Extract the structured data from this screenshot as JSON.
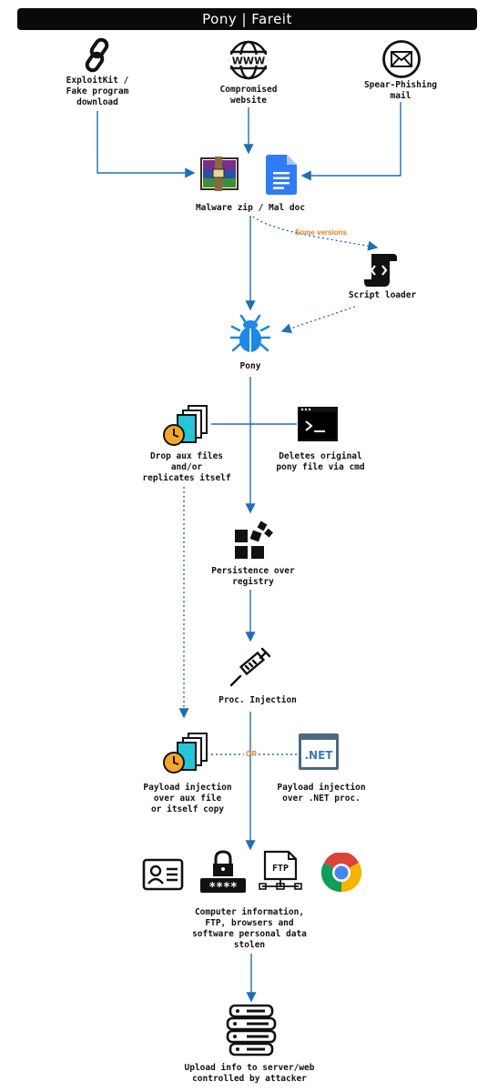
{
  "title": "Pony | Fareit",
  "nodes": {
    "exploitkit": "ExploitKit /\nFake program\ndownload",
    "compromised": "Compromised\nwebsite",
    "spearphishing": "Spear-Phishing\nmail",
    "malware": "Malware zip / Mal doc",
    "script_loader": "Script loader",
    "pony": "Pony",
    "drop_aux": "Drop aux files\nand/or\nreplicates itself",
    "deletes": "Deletes original\npony file via cmd",
    "persistence": "Persistence over\nregistry",
    "proc_injection": "Proc. Injection",
    "payload_aux": "Payload injection\nover aux file\nor itself copy",
    "payload_net": "Payload injection\nover .NET proc.",
    "stolen": "Computer information,\nFTP, browsers and\nsoftware personal data\nstolen",
    "upload": "Upload info to server/web\ncontrolled by attacker"
  },
  "notes": {
    "some_versions": "Some versions",
    "or": "OR"
  },
  "icon_text": {
    "www": "WWW",
    "net": ".NET",
    "ftp": "FTP",
    "password": "****"
  },
  "colors": {
    "arrow": "#1f6fb8",
    "note": "#e07a1f",
    "bug": "#1e88e5",
    "doc": "#2f7cf6"
  },
  "icons": [
    "chain-link-icon",
    "www-globe-icon",
    "envelope-icon",
    "winrar-archive-icon",
    "google-doc-icon",
    "script-scroll-icon",
    "bug-icon",
    "copy-files-clock-icon",
    "terminal-icon",
    "registry-blocks-icon",
    "syringe-icon",
    "dotnet-window-icon",
    "id-card-icon",
    "padlock-password-icon",
    "ftp-network-icon",
    "chrome-icon",
    "server-rack-icon"
  ]
}
